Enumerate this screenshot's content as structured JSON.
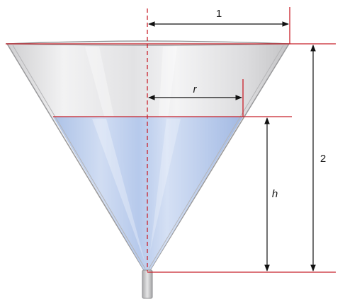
{
  "labels": {
    "top_radius": "1",
    "water_radius": "r",
    "water_height": "h",
    "total_height": "2"
  },
  "colors": {
    "guide_line": "#c8202a",
    "dimension_arrow": "#111111",
    "funnel_glass": "#e9e9ea",
    "funnel_edge": "#9a9a9c",
    "water": "#b9cdec",
    "water_highlight": "#d8e4f6"
  }
}
